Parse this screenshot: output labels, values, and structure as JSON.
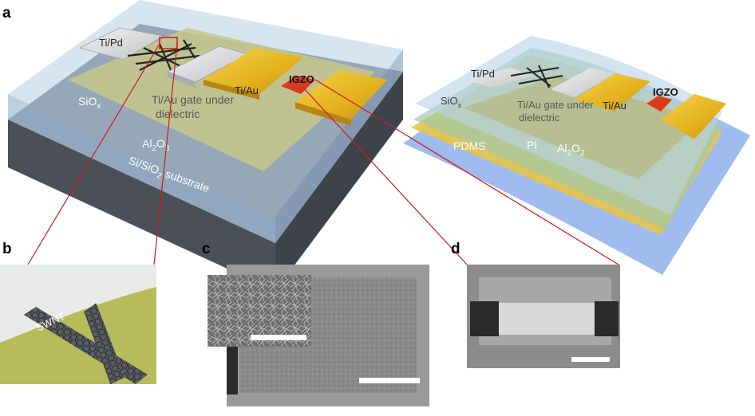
{
  "panels": {
    "a": "a",
    "b": "b",
    "c": "c",
    "d": "d"
  },
  "rigid_device": {
    "source_contact": "Ti/Pd",
    "drain_contact": "Ti/Au",
    "semiconductor": "IGZO",
    "layer_top": "SiO",
    "layer_top_sub": "x",
    "gate_line1": "Ti/Au gate under",
    "gate_line2": "dielectric",
    "dielectric": "Al",
    "dielectric_sub": "2",
    "dielectric_tail": "O",
    "dielectric_sub2": "3",
    "substrate_a": "Si/SiO",
    "substrate_sub": "2",
    "substrate_b": " substrate"
  },
  "flexible_device": {
    "source_contact": "Ti/Pd",
    "drain_contact": "Ti/Au",
    "semiconductor": "IGZO",
    "layer_top": "SiO",
    "layer_top_sub": "x",
    "gate_line1": "Ti/Au gate under",
    "gate_line2": "dielectric",
    "pdms": "PDMS",
    "pi": "PI",
    "dielectric": "Al",
    "dielectric_sub": "2",
    "dielectric_tail": "O",
    "dielectric_sub2": "2"
  },
  "panel_b": {
    "swnt_label": "SWNT"
  },
  "colors": {
    "gold": "#e8b922",
    "igzo": "#d83a1a",
    "zoom_line": "#d01818",
    "substrate": "#5f6670",
    "sio2_layer": "#aac4da",
    "gate": "#c9c98a",
    "pdms": "#8fb0ec",
    "pi": "#e2c04a"
  }
}
